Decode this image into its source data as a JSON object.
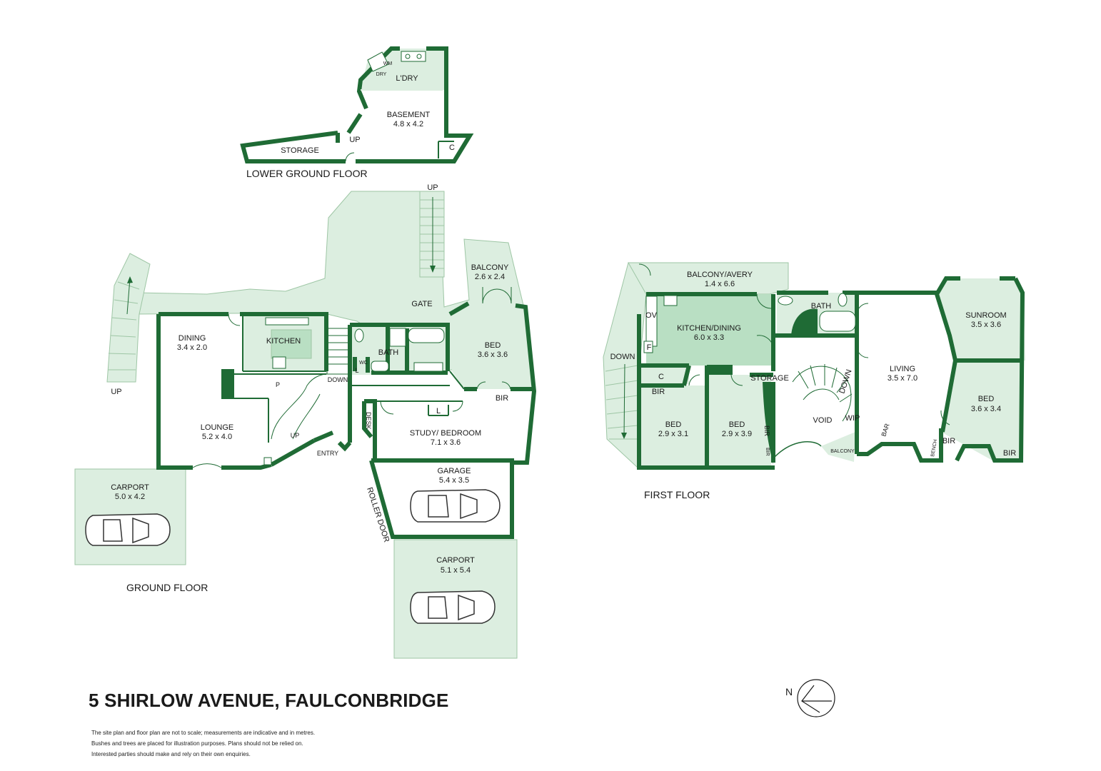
{
  "colors": {
    "wall": "#1f6b35",
    "room_fill": "#dceee0",
    "feature_fill": "#b9dfc3",
    "outline": "#9ec6a5"
  },
  "address": "5 SHIRLOW AVENUE, FAULCONBRIDGE",
  "disclaimer": [
    "The site plan and floor plan are not to scale; measurements are indicative and in metres.",
    "Bushes and trees are placed for illustration purposes. Plans should not be relied on.",
    "Interested parties should make and rely on their own enquiries."
  ],
  "compass": {
    "label": "N",
    "icon": "north-arrow-icon"
  },
  "floors": {
    "lower_ground": {
      "title": "LOWER GROUND FLOOR",
      "labels": {
        "laundry": "L'DRY",
        "wm": "WM",
        "dry": "DRY",
        "basement": "BASEMENT",
        "basement_dim": "4.8 x 4.2",
        "storage": "STORAGE",
        "up": "UP",
        "cupboard": "C"
      }
    },
    "ground": {
      "title": "GROUND FLOOR",
      "labels": {
        "up_stair_top": "UP",
        "up_left": "UP",
        "balcony": "BALCONY",
        "balcony_dim": "2.6 x 2.4",
        "gate": "GATE",
        "dining": "DINING",
        "dining_dim": "3.4 x 2.0",
        "kitchen": "KITCHEN",
        "bath": "BATH",
        "wc": "WC",
        "linen": "L",
        "bed": "BED",
        "bed_dim": "3.6 x 3.6",
        "bir": "BIR",
        "pantry": "P",
        "down": "DOWN",
        "lounge": "LOUNGE",
        "lounge_dim": "5.2 x 4.0",
        "up_inner": "UP",
        "entry": "ENTRY",
        "desk": "DESK",
        "study_linen": "L",
        "study": "STUDY/ BEDROOM",
        "study_dim": "7.1 x 3.6",
        "garage": "GARAGE",
        "garage_dim": "5.4 x 3.5",
        "roller": "ROLLER DOOR",
        "carport_left": "CARPORT",
        "carport_left_dim": "5.0 x 4.2",
        "carport_bottom": "CARPORT",
        "carport_bottom_dim": "5.1 x 5.4"
      }
    },
    "first": {
      "title": "FIRST FLOOR",
      "labels": {
        "balcony": "BALCONY/AVERY",
        "balcony_dim": "1.4 x 6.6",
        "ov": "OV",
        "fridge": "F",
        "kitchen": "KITCHEN/DINING",
        "kitchen_dim": "6.0 x 3.3",
        "bath": "BATH",
        "down_left": "DOWN",
        "cupboard": "C",
        "bir1": "BIR",
        "storage": "STORAGE",
        "down_stair": "DOWN",
        "living": "LIVING",
        "living_dim": "3.5 x 7.0",
        "sunroom": "SUNROOM",
        "sunroom_dim": "3.5 x 3.6",
        "bed1": "BED",
        "bed1_dim": "2.9 x 3.1",
        "bed2": "BED",
        "bed2_dim": "2.9 x 3.9",
        "bir_a": "BIR",
        "bir_b": "BIR",
        "void": "VOID",
        "wip": "WIP",
        "bar": "BAR",
        "balcony_small": "BALCONY",
        "bench": "BENCH",
        "bir_c": "BIR",
        "bed3": "BED",
        "bed3_dim": "3.6 x 3.4",
        "bir_d": "BIR"
      }
    }
  }
}
